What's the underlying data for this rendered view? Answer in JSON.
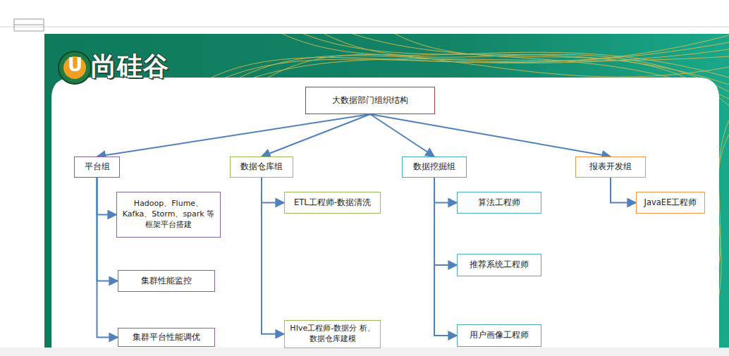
{
  "diagram": {
    "nodes": [
      {
        "text": [
          "大数据部门组织结构"
        ]
      },
      {
        "text": [
          "平台组"
        ]
      },
      {
        "text": [
          "数据仓库组"
        ]
      },
      {
        "text": [
          "数据挖掘组"
        ]
      },
      {
        "text": [
          "报表开发组"
        ]
      },
      {
        "text": [
          "Hadoop、Flume、 Kafka、Storm、spark 等框架平台搭建"
        ]
      },
      {
        "text": [
          "集群性能监控"
        ]
      },
      {
        "text": [
          "集群平台性能调优"
        ]
      },
      {
        "text": [
          "ETL工程师-数据清洗"
        ]
      },
      {
        "text": [
          "HIve工程师-数据分 析、数据仓库建模"
        ]
      },
      {
        "text": [
          "算法工程师"
        ]
      },
      {
        "text": [
          "推荐系统工程师"
        ]
      },
      {
        "text": [
          "用户画像工程师"
        ]
      },
      {
        "text": [
          "JavaEE工程师"
        ]
      }
    ],
    "edges": [
      {
        "from": 0,
        "to": 1,
        "arrow": "to"
      },
      {
        "from": 0,
        "to": 2,
        "arrow": "to"
      },
      {
        "from": 0,
        "to": 3,
        "arrow": "to"
      },
      {
        "from": 0,
        "to": 4,
        "arrow": "to"
      },
      {
        "from": 1,
        "to": 5,
        "arrow": "to"
      },
      {
        "from": 1,
        "to": 6,
        "arrow": "to"
      },
      {
        "from": 1,
        "to": 7,
        "arrow": "to"
      },
      {
        "from": 2,
        "to": 8,
        "arrow": "to"
      },
      {
        "from": 2,
        "to": 9,
        "arrow": "to"
      },
      {
        "from": 3,
        "to": 10,
        "arrow": "to"
      },
      {
        "from": 3,
        "to": 11,
        "arrow": "to"
      },
      {
        "from": 3,
        "to": 12,
        "arrow": "to"
      },
      {
        "from": 4,
        "to": 13,
        "arrow": "to"
      }
    ],
    "labels": [
      "U",
      "尚硅谷"
    ]
  }
}
